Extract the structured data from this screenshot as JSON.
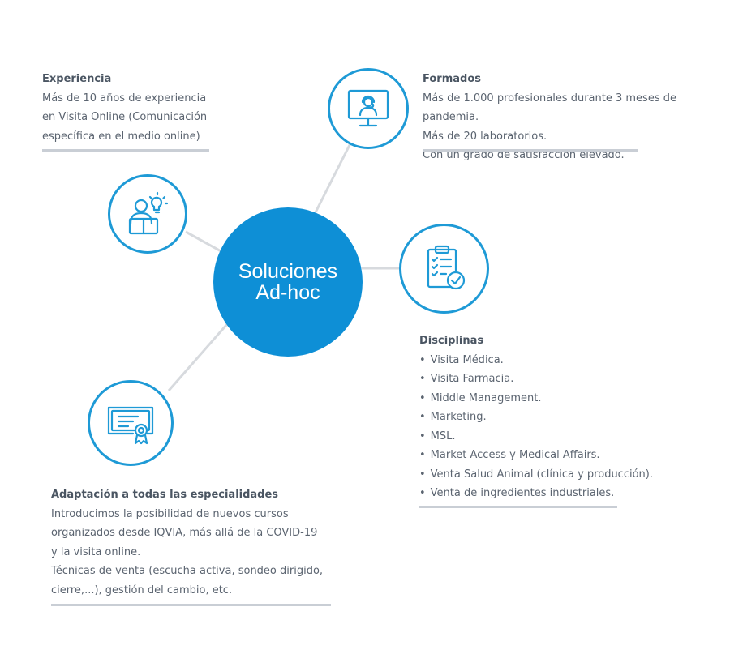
{
  "center": {
    "line1": "Soluciones",
    "line2": "Ad-hoc"
  },
  "colors": {
    "accent": "#1e9ad6",
    "center_fill": "#0e8fd6",
    "connector": "#d7dade",
    "text": "#5b6470",
    "title": "#4a5562",
    "rule": "#c9ced5"
  },
  "nodes": {
    "experiencia": {
      "icon": "presenter-lightbulb-icon"
    },
    "formados": {
      "icon": "monitor-headset-icon"
    },
    "disciplinas": {
      "icon": "clipboard-checklist-icon"
    },
    "adaptacion": {
      "icon": "certificate-icon"
    }
  },
  "experiencia": {
    "title": "Experiencia",
    "lines": [
      "Más de 10 años de experiencia",
      "en Visita Online (Comunicación",
      "específica en el medio online)"
    ]
  },
  "formados": {
    "title": "Formados",
    "lines": [
      "Más de 1.000 profesionales durante 3 meses de pandemia.",
      "Más de 20 laboratorios.",
      "Con un grado de satisfacción elevado."
    ]
  },
  "disciplinas": {
    "title": "Disciplinas",
    "items": [
      "Visita Médica.",
      "Visita Farmacia.",
      "Middle Management.",
      "Marketing.",
      "MSL.",
      "Market Access y Medical Affairs.",
      "Venta Salud Animal (clínica y producción).",
      "Venta de ingredientes industriales."
    ]
  },
  "adaptacion": {
    "title": "Adaptación a todas las especialidades",
    "lines": [
      "Introducimos la posibilidad de nuevos cursos",
      "organizados desde IQVIA, más allá de la COVID-19",
      "y la visita online.",
      "Técnicas de venta (escucha activa, sondeo dirigido,",
      "cierre,...), gestión del cambio, etc."
    ]
  }
}
